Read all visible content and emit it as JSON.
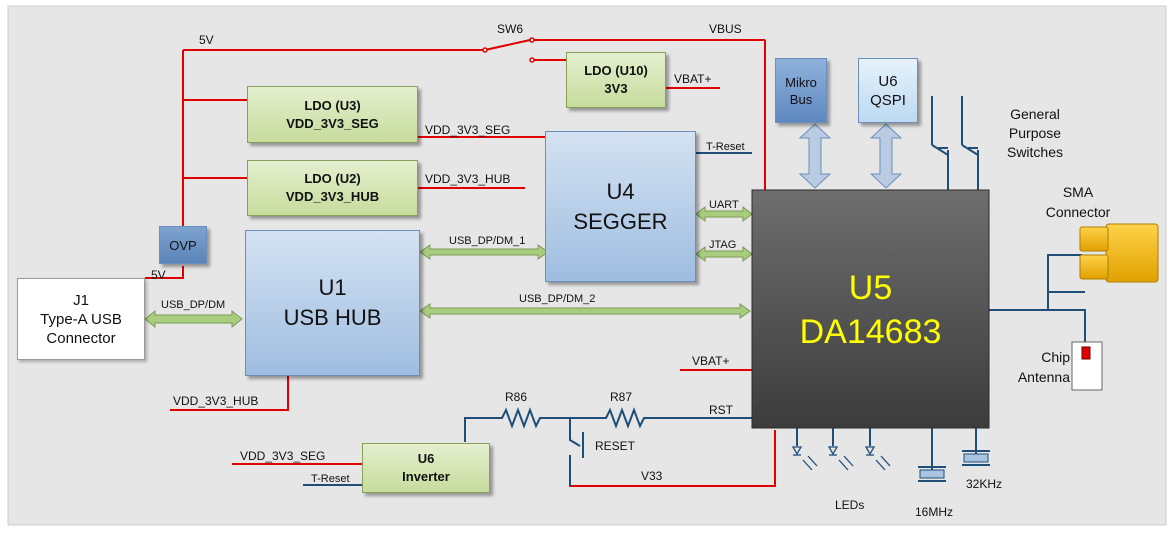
{
  "blocks": {
    "ldo_u10": {
      "line1": "LDO  (U10)",
      "line2": "3V3"
    },
    "ldo_u3": {
      "line1": "LDO  (U3)",
      "line2": "VDD_3V3_SEG"
    },
    "ldo_u2": {
      "line1": "LDO  (U2)",
      "line2": "VDD_3V3_HUB"
    },
    "ovp": {
      "label": "OVP"
    },
    "j1": {
      "line1": "J1",
      "line2": "Type-A USB",
      "line3": "Connector"
    },
    "u1": {
      "line1": "U1",
      "line2": "USB HUB"
    },
    "u4": {
      "line1": "U4",
      "line2": "SEGGER"
    },
    "u5": {
      "line1": "U5",
      "line2": "DA14683"
    },
    "mikro": {
      "line1": "Mikro",
      "line2": "Bus"
    },
    "u6_qspi": {
      "line1": "U6",
      "line2": "QSPI"
    },
    "u6_inv": {
      "line1": "U6",
      "line2": "Inverter"
    }
  },
  "labels": {
    "v5_top": "5V",
    "v5_bottom": "5V",
    "sw6": "SW6",
    "vbus": "VBUS",
    "vbat_top": "VBAT+",
    "vbat_mid": "VBAT+",
    "vdd_seg": "VDD_3V3_SEG",
    "vdd_hub": "VDD_3V3_HUB",
    "t_reset_top": "T-Reset",
    "t_reset_bottom": "T-Reset",
    "uart": "UART",
    "jtag": "JTAG",
    "usb_dpdm_1": "USB_DP/DM_1",
    "usb_dpdm_2": "USB_DP/DM_2",
    "usb_dpdm": "USB_DP/DM",
    "vdd_hub_bottom": "VDD_3V3_HUB",
    "vdd_seg_bottom": "VDD_3V3_SEG",
    "r86": "R86",
    "r87": "R87",
    "rst": "RST",
    "reset": "RESET",
    "v33": "V33",
    "leds": "LEDs",
    "mhz16": "16MHz",
    "khz32": "32KHz",
    "gp_switches_1": "General",
    "gp_switches_2": "Purpose",
    "gp_switches_3": "Switches",
    "sma_1": "SMA",
    "sma_2": "Connector",
    "chip_ant_1": "Chip",
    "chip_ant_2": "Antenna"
  },
  "colors": {
    "power_line": "#e00000",
    "signal_line": "#1f4e79",
    "bus_arrow": "#a9cd7f",
    "u5_label": "#ffff00"
  }
}
